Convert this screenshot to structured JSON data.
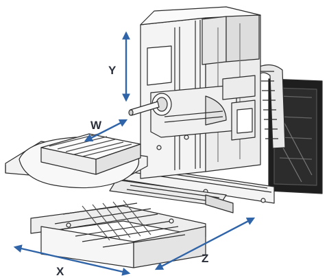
{
  "diagram": {
    "axes": [
      {
        "id": "Y",
        "label": "Y"
      },
      {
        "id": "W",
        "label": "W"
      },
      {
        "id": "X",
        "label": "X"
      },
      {
        "id": "Z",
        "label": "Z"
      }
    ]
  },
  "colors": {
    "axis_arrow": "#2f64a8",
    "label_text": "#2a2f3a",
    "machine_line": "#2a2a2a",
    "machine_fill": "#f4f4f4",
    "dark_panel": "#1e1e1e"
  }
}
